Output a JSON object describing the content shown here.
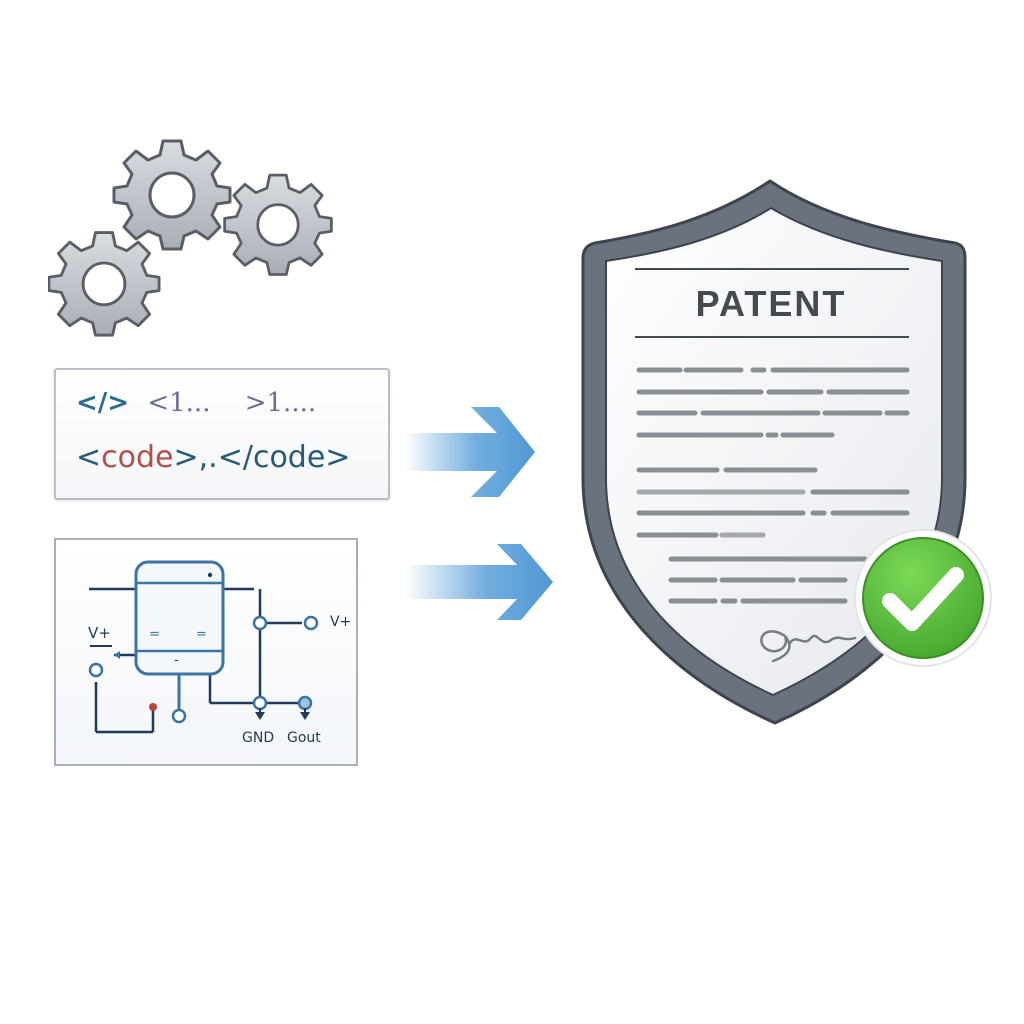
{
  "gears": {
    "count": 3,
    "icon": "gear-icon",
    "color": "#c3c8ce"
  },
  "code_panel": {
    "line1": {
      "tag_icon": "</>",
      "text_a": "<1...",
      "text_b": ">1...."
    },
    "line2": {
      "open_lt": "<",
      "open_name": "code",
      "open_gt": ">",
      "mid": ",.",
      "close": "</code>"
    }
  },
  "circuit_panel": {
    "labels": {
      "vplus_left": "V+",
      "vplus_right": "V+",
      "gnd": "GND",
      "gout": "Gout"
    },
    "chip_marks": {
      "left": "=",
      "right": "=",
      "bottom": "-"
    }
  },
  "arrows": [
    {
      "direction": "right",
      "color": "#5a9fd8"
    },
    {
      "direction": "right",
      "color": "#5a9fd8"
    }
  ],
  "patent": {
    "title": "PATENT",
    "shield_color": "#5f6872",
    "badge": {
      "icon": "checkmark-icon",
      "color": "#5cbd3c",
      "status": "approved"
    },
    "signature_icon": "signature-icon"
  }
}
